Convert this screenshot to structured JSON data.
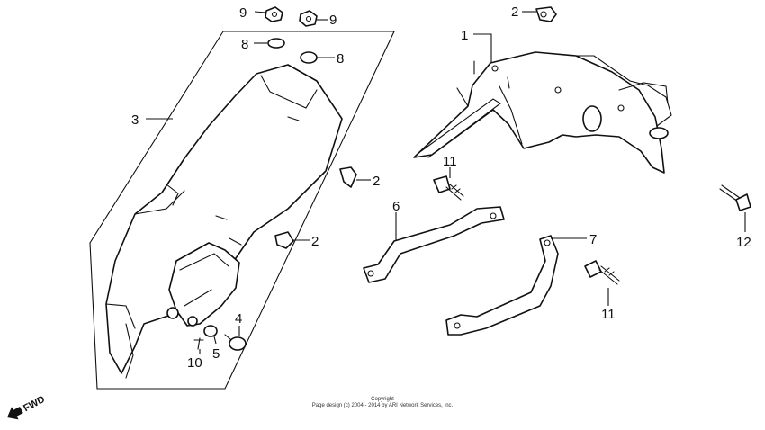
{
  "callouts": {
    "c1": "1",
    "c2a": "2",
    "c2b": "2",
    "c2c": "2",
    "c3": "3",
    "c4": "4",
    "c5": "5",
    "c6": "6",
    "c7": "7",
    "c8a": "8",
    "c8b": "8",
    "c9a": "9",
    "c9b": "9",
    "c10": "10",
    "c11a": "11",
    "c11b": "11",
    "c12": "12"
  },
  "fwd_label": "FWD",
  "copyright": {
    "line1": "Copyright",
    "line2": "Page design (c) 2004 - 2014 by ARI Network Services, Inc."
  }
}
